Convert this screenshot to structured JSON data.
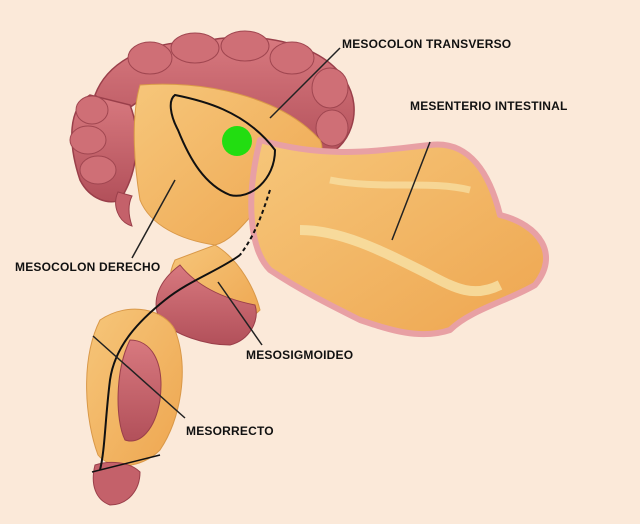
{
  "labels": {
    "mesocolon_transverso": "MESOCOLON TRANSVERSO",
    "mesenterio_intestinal": "MESENTERIO INTESTINAL",
    "mesocolon_derecho": "MESOCOLON DERECHO",
    "mesosigmoideo": "MESOSIGMOIDEO",
    "mesorrecto": "MESORRECTO"
  },
  "colors": {
    "background": "#fbe9d9",
    "colon": "#c4616a",
    "colon_dark": "#9a3f4a",
    "mesentery": "#f2b664",
    "mesentery_light": "#f8d9a0",
    "leader_line": "#222222",
    "marker": "#22dd11"
  }
}
